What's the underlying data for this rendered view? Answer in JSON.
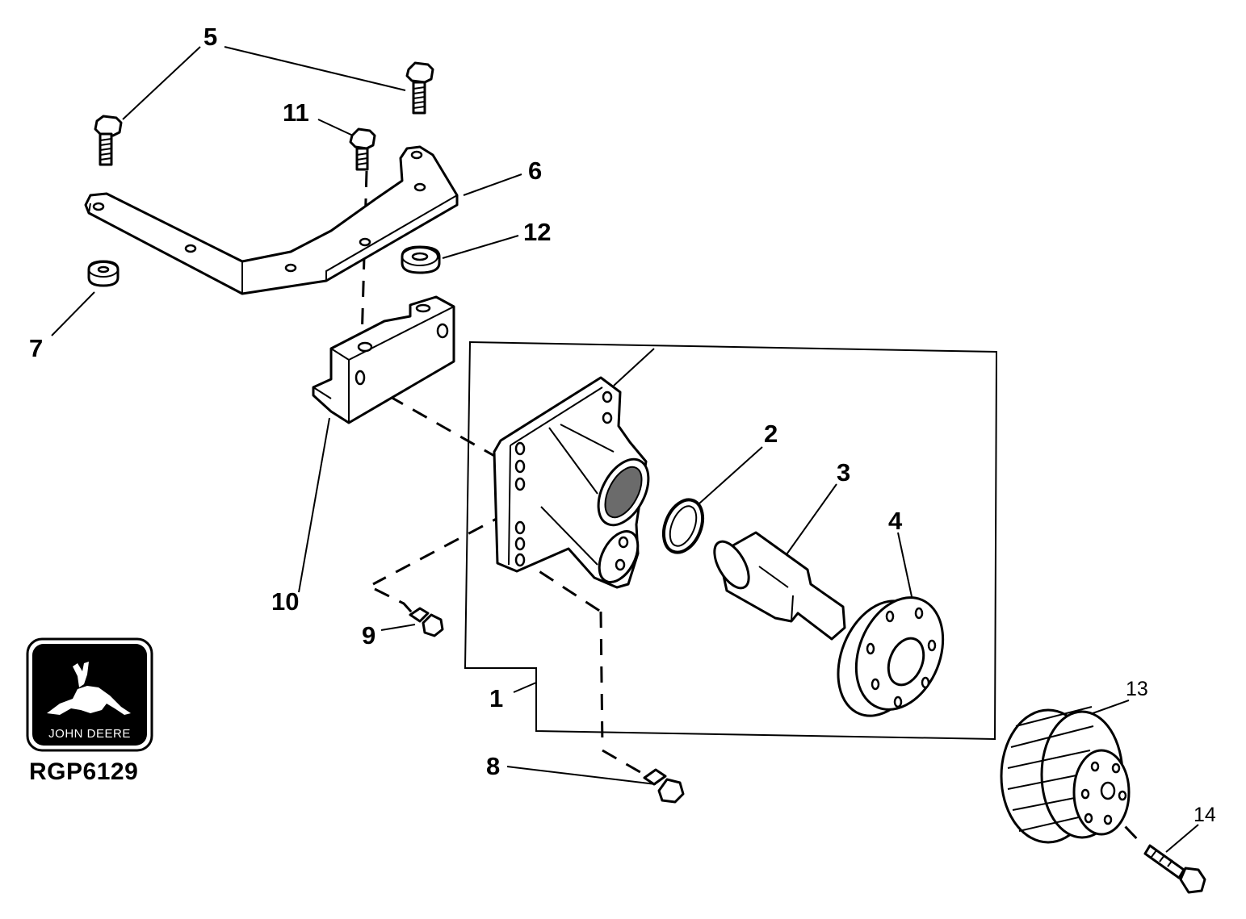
{
  "figure": {
    "reference_code": "RGP6129",
    "logo": {
      "brand_text": "JOHN DEERE"
    }
  },
  "callouts": {
    "c1": "1",
    "c2": "2",
    "c3": "3",
    "c4": "4",
    "c5": "5",
    "c6": "6",
    "c7": "7",
    "c8": "8",
    "c9": "9",
    "c10": "10",
    "c11": "11",
    "c12": "12",
    "c13": "13",
    "c14": "14"
  }
}
